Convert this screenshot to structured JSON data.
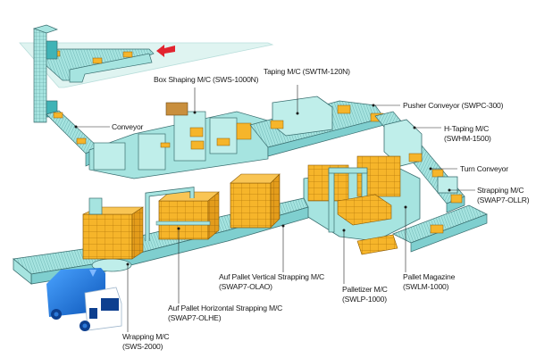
{
  "diagram": {
    "title": "Automated Packaging and Palletizing Line",
    "colors": {
      "machine": "#a6e4e0",
      "machine_shade": "#7fcfcf",
      "machine_dark": "#3fb3b6",
      "outline": "#3a6f70",
      "box": "#f6b52a",
      "box_shade": "#d48f12",
      "floor": "#dff4f1",
      "arrow": "#e2242f",
      "truck": "#1f73d6"
    },
    "labels": [
      {
        "id": "box-shaping",
        "lines": [
          "Box Shaping M/C (SWS-1000N)"
        ]
      },
      {
        "id": "taping",
        "lines": [
          "Taping M/C (SWTM-120N)"
        ]
      },
      {
        "id": "pusher-conveyor",
        "lines": [
          "Pusher Conveyor (SWPC-300)"
        ]
      },
      {
        "id": "h-taping",
        "lines": [
          "H-Taping M/C",
          "(SWHM-1500)"
        ]
      },
      {
        "id": "conveyor",
        "lines": [
          "Conveyor"
        ]
      },
      {
        "id": "turn-conveyor",
        "lines": [
          "Turn Conveyor"
        ]
      },
      {
        "id": "strapping",
        "lines": [
          "Strapping M/C",
          "(SWAP7-OLLR)"
        ]
      },
      {
        "id": "pallet-magazine",
        "lines": [
          "Pallet Magazine",
          "(SWLM-1000)"
        ]
      },
      {
        "id": "palletizer",
        "lines": [
          "Palletizer M/C",
          "(SWLP-1000)"
        ]
      },
      {
        "id": "vertical-strapping",
        "lines": [
          "Auf Pallet Vertical Strapping M/C",
          "(SWAP7-OLAO)"
        ]
      },
      {
        "id": "horizontal-strapping",
        "lines": [
          "Auf Pallet Horizontal Strapping M/C",
          "(SWAP7-OLHE)"
        ]
      },
      {
        "id": "wrapping",
        "lines": [
          "Wrapping M/C",
          "(SWS-2000)"
        ]
      }
    ],
    "icons": {
      "flow_arrow": "arrow-left-icon",
      "truck": "delivery-truck-icon"
    }
  }
}
